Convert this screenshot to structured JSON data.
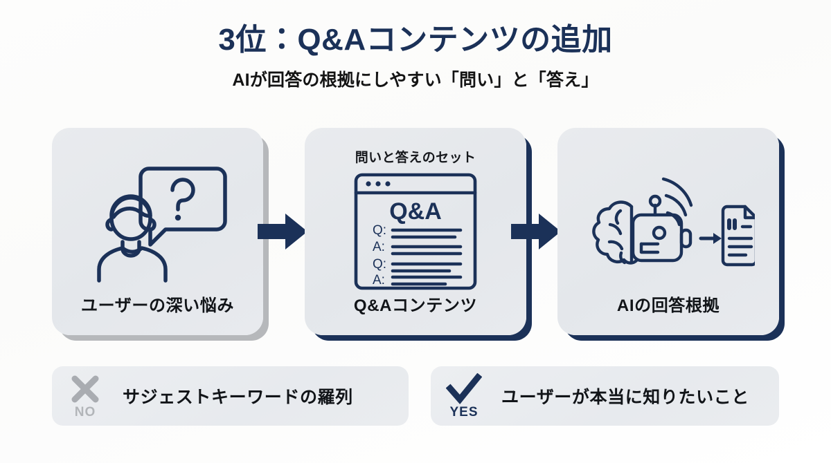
{
  "header": {
    "title": "3位：Q&Aコンテンツの追加",
    "subtitle": "AIが回答の根拠にしやすい「問い」と「答え」"
  },
  "flow": {
    "cards": [
      {
        "caption": "",
        "label": "ユーザーの深い悩み",
        "icon": "person-question-bubble-icon"
      },
      {
        "caption": "問いと答えのセット",
        "label": "Q&Aコンテンツ",
        "icon": "browser-qa-window-icon",
        "window": {
          "heading": "Q&A",
          "rows": [
            "Q:",
            "A:",
            "Q:",
            "A:"
          ]
        }
      },
      {
        "caption": "",
        "label": "AIの回答根拠",
        "icon": "ai-brain-robot-document-icon"
      }
    ],
    "arrows": [
      "arrow-right-icon",
      "arrow-right-icon"
    ]
  },
  "comparison": [
    {
      "mark": "cross-icon",
      "word": "NO",
      "text": "サジェストキーワードの羅列",
      "color": "#b2b5b9"
    },
    {
      "mark": "check-icon",
      "word": "YES",
      "text": "ユーザーが本当に知りたいこと",
      "color": "#1b3158"
    }
  ],
  "colors": {
    "navy": "#1b3158",
    "ink": "#111418",
    "card_bg": "#e6e9ed",
    "gray_shadow": "#b6b8bb",
    "page_bg": "#ffffff"
  }
}
